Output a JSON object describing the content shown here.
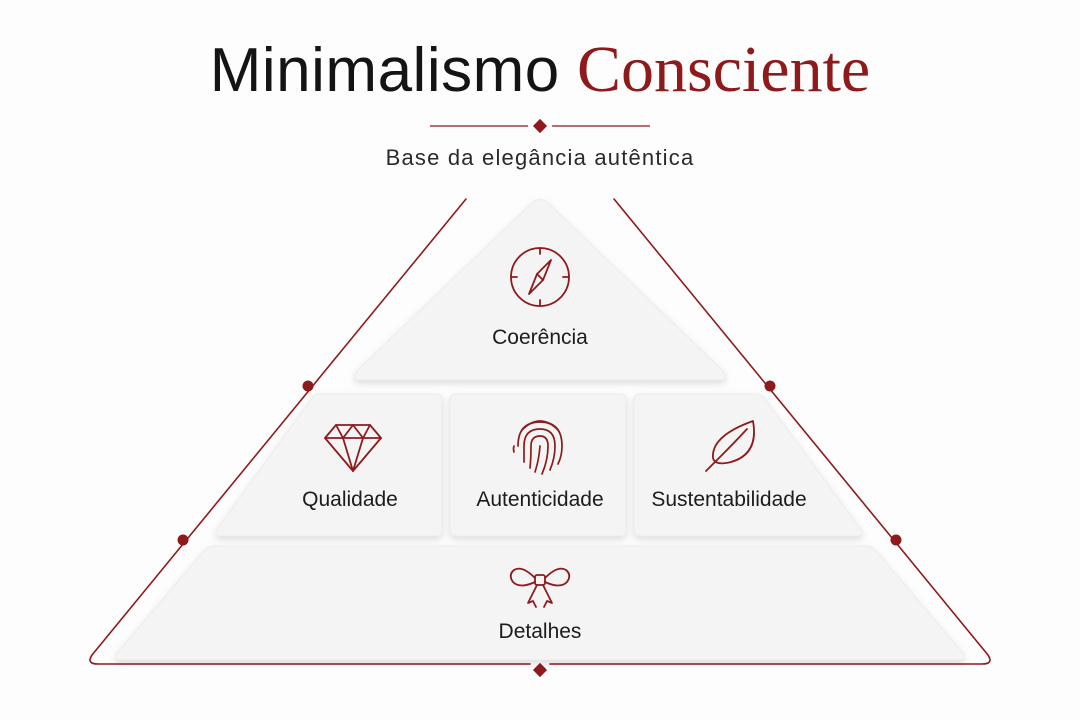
{
  "header": {
    "title_main": "Minimalismo",
    "title_accent": "Consciente",
    "subtitle": "Base da elegância autêntica"
  },
  "pyramid": {
    "top": {
      "label": "Coerência",
      "icon": "compass-icon"
    },
    "middle": [
      {
        "label": "Qualidade",
        "icon": "diamond-icon"
      },
      {
        "label": "Autenticidade",
        "icon": "fingerprint-icon"
      },
      {
        "label": "Sustentabilidade",
        "icon": "leaf-icon"
      }
    ],
    "bottom": {
      "label": "Detalhes",
      "icon": "bow-icon"
    }
  },
  "colors": {
    "accent": "#8e1a1c",
    "title_text": "#141414",
    "card_bg": "#f4f4f4",
    "page_bg": "#fdfdfd"
  }
}
